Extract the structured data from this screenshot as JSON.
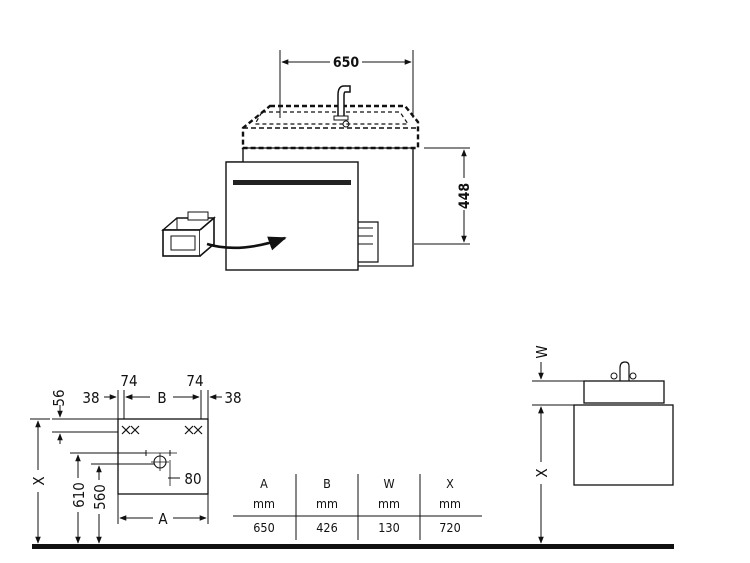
{
  "top_view": {
    "width_label": "650",
    "height_label": "448"
  },
  "plan_view": {
    "label_56": "56",
    "label_38_left": "38",
    "label_74_left": "74",
    "label_B": "B",
    "label_74_right": "74",
    "label_38_right": "38",
    "label_80": "80",
    "label_X": "X",
    "label_610": "610",
    "label_560": "560",
    "label_A": "A"
  },
  "side_view": {
    "label_W": "W",
    "label_X": "X"
  },
  "table": {
    "headers": [
      "A",
      "B",
      "W",
      "X"
    ],
    "units": [
      "mm",
      "mm",
      "mm",
      "mm"
    ],
    "values": [
      "650",
      "426",
      "130",
      "720"
    ]
  }
}
